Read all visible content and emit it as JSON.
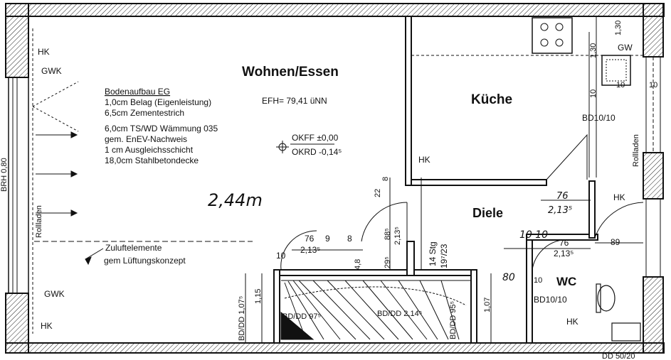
{
  "rooms": {
    "living": "Wohnen/Essen",
    "kitchen": "Küche",
    "hall": "Diele",
    "wc": "WC"
  },
  "floor_buildup": {
    "title": "Bodenaufbau EG",
    "lines": [
      "1,0cm Belag (Eigenleistung)",
      "6,5cm Zementestrich",
      "6,0cm TS/WD Wämmung 035",
      "gem. EnEV-Nachweis",
      "1 cm Ausgleichsschicht",
      "18,0cm Stahlbetondecke"
    ]
  },
  "levels": {
    "efh": "EFH= 79,41 üNN",
    "okff": "OKFF ±0,00",
    "okrd": "OKRD -0,14⁵"
  },
  "room_height": "2,44m",
  "ventilation_note": [
    "Zuluftelemente",
    "gem Lüftungskonzept"
  ],
  "labels": {
    "hk": "HK",
    "gwk": "GWK",
    "gw": "GW",
    "rollladen": "Rollladen",
    "brh": "BRH 0,80",
    "bd_1010": "BD10/10",
    "bd_dd_97": "BD/DD 97⁵",
    "bd_dd_214": "BD/DD 2,14⁵",
    "bd_dd_95": "BD/DD 95⁵",
    "bd_dd_1075": "BD/DD 1,07⁵",
    "dd_5020": "DD 50/20",
    "stairs_count": "14 Stg",
    "stairs_ratio": "19⁷/23"
  },
  "dimensions": {
    "d130": "1,30",
    "d10": "10",
    "d22": "22",
    "d8": "8",
    "d76": "76",
    "d9": "9",
    "d213": "2,13⁵",
    "d885": "88⁵",
    "d293": "29⁵",
    "d48": "4,8",
    "d115": "1,15",
    "d107": "1,07",
    "d89": "89",
    "d80": "80",
    "d1010": "10 10"
  }
}
